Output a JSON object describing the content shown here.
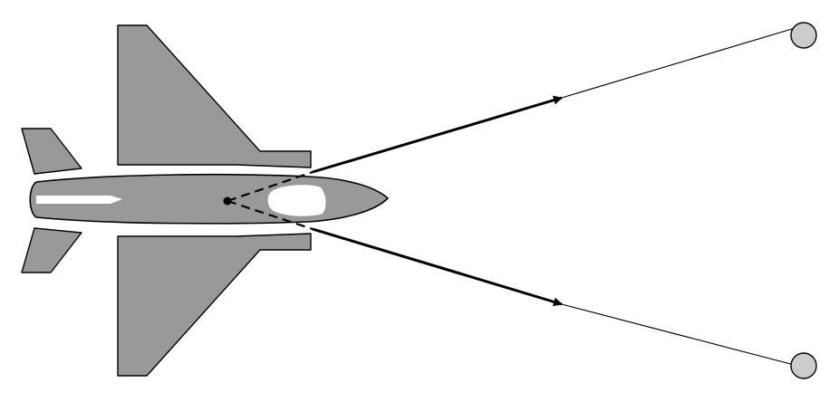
{
  "colors": {
    "background": "#ffffff",
    "aircraft_fill": "#999999",
    "outline": "#000000",
    "canopy": "#ffffff",
    "target_fill": "#cccccc"
  },
  "elements": {
    "aircraft": "fighter-jet-top-view",
    "pilot_eye": "eye-point",
    "sight_lines": [
      "upper-sight-line",
      "lower-sight-line"
    ],
    "targets": [
      "upper-target",
      "lower-target"
    ]
  }
}
